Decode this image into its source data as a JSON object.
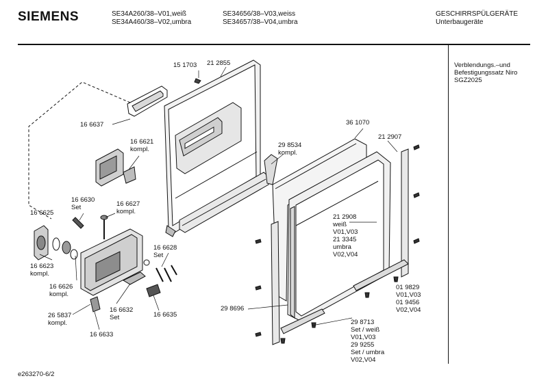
{
  "header": {
    "brand": "SIEMENS",
    "models_col1": [
      "SE34A260/38–V01,weiß",
      "SE34A460/38–V02,umbra"
    ],
    "models_col2": [
      "SE34656/38–V03,weiss",
      "SE34657/38–V04,umbra"
    ],
    "category": [
      "GESCHIRRSPÜLGERÄTE",
      "Unterbaugeräte"
    ]
  },
  "sidebar": {
    "description": [
      "Verblendungs.–und",
      "Befestigungssatz Niro",
      "SGZ2025"
    ]
  },
  "callouts": {
    "p151703": "15 1703",
    "p212855": "21 2855",
    "p166637": "16 6637",
    "p166621": [
      "16 6621",
      "kompl."
    ],
    "p298534": [
      "29 8534",
      "kompl."
    ],
    "p361070": "36 1070",
    "p212907": "21 2907",
    "p166630": [
      "16 6630",
      "Set"
    ],
    "p166627": [
      "16 6627",
      "kompl."
    ],
    "p166625": "16 6625",
    "p212908": [
      "21 2908",
      "weiß",
      "V01,V03",
      "21 3345",
      "umbra",
      "V02,V04"
    ],
    "p166628": [
      "16 6628",
      "Set"
    ],
    "p166623": [
      "16 6623",
      "kompl."
    ],
    "p166626": [
      "16 6626",
      "kompl."
    ],
    "p019829": [
      "01 9829",
      "V01,V03",
      "01 9456",
      "V02,V04"
    ],
    "p298696": "29 8696",
    "p265837": [
      "26 5837",
      "kompl."
    ],
    "p166632": [
      "16 6632",
      "Set"
    ],
    "p166635": "16 6635",
    "p298713": [
      "29 8713",
      "Set / weiß",
      "V01,V03",
      "29 9255",
      "Set / umbra",
      "V02,V04"
    ],
    "p166633": "16 6633"
  },
  "footer": {
    "drawing_id": "e263270-6/2"
  }
}
